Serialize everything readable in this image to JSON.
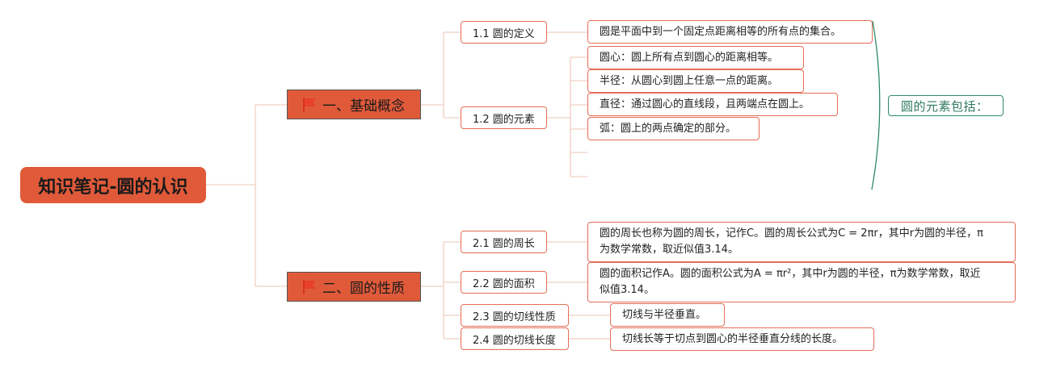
{
  "root": {
    "label": "知识笔记-圆的认识"
  },
  "branches": [
    {
      "label": "一、基础概念",
      "children": [
        {
          "label": "1.1 圆的定义",
          "leaves": [
            "圆是平面中到一个固定点距离相等的所有点的集合。"
          ]
        },
        {
          "label": "1.2 圆的元素",
          "leaves": [
            "圆心：圆上所有点到圆心的距离相等。",
            "半径：从圆心到圆上任意一点的距离。",
            "直径：通过圆心的直线段，且两端点在圆上。",
            "弧：圆上的两点确定的部分。"
          ]
        }
      ]
    },
    {
      "label": "二、圆的性质",
      "children": [
        {
          "label": "2.1 圆的周长",
          "leaves": [
            [
              "圆的周长也称为圆的周长，记作C。圆的周长公式为C = 2πr，其中r为圆的半径，π",
              "为数学常数，取近似值3.14。"
            ]
          ]
        },
        {
          "label": "2.2 圆的面积",
          "leaves": [
            [
              "圆的面积记作A。圆的面积公式为A = πr²，其中r为圆的半径，π为数学常数，取近",
              "似值3.14。"
            ]
          ]
        },
        {
          "label": "2.3 圆的切线性质",
          "leaves": [
            "切线与半径垂直。"
          ]
        },
        {
          "label": "2.4 圆的切线长度",
          "leaves": [
            "切线长等于切点到圆心的半径垂直分线的长度。"
          ]
        }
      ]
    }
  ],
  "summary": {
    "label": "圆的元素包括："
  },
  "colors": {
    "accent": "#e05a3a",
    "border": "#e46d57",
    "link": "#f0d0c4",
    "summary": "#2f8a68"
  }
}
